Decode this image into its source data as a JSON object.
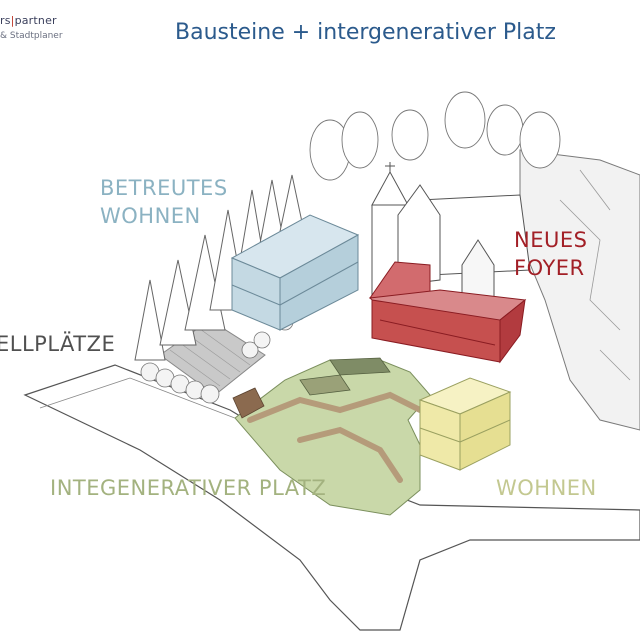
{
  "header": {
    "logo_line1_prefix": "rs",
    "logo_line1_suffix": "partner",
    "logo_line2": "& Stadtplaner",
    "title": "Bausteine + intergenerativer Platz"
  },
  "labels": {
    "betreutes_line1": "BETREUTES",
    "betreutes_line2": "WOHNEN",
    "foyer_line1": "NEUES",
    "foyer_line2": "FOYER",
    "stellplaetze": "ELLPLÄTZE",
    "platz": "INTEGENERATIVER PLATZ",
    "wohnen": "WOHNEN"
  },
  "colors": {
    "title": "#2b5a8c",
    "betreutes_wohnen": "#8bb2c2",
    "neues_foyer": "#a21f26",
    "integenerativer_platz": "#a3b27f",
    "wohnen": "#c3c890",
    "stellplaetze": "#505050"
  }
}
